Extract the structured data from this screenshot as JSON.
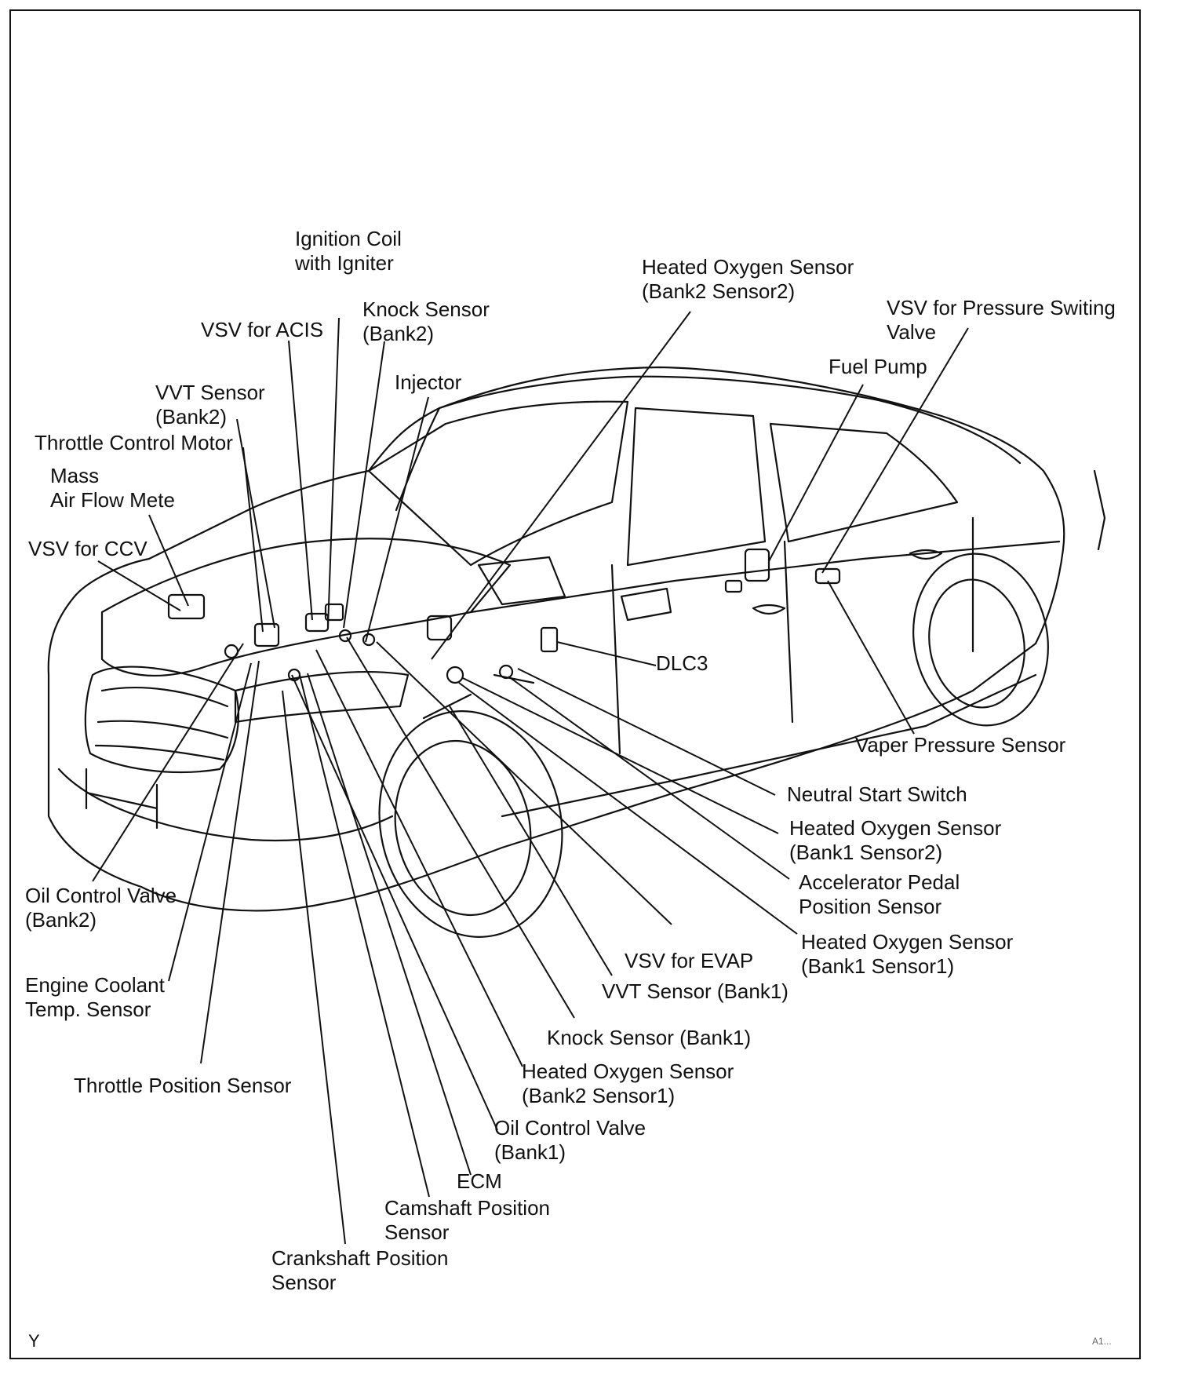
{
  "labels": {
    "ignition_coil": "Ignition Coil\nwith Igniter",
    "vsv_acis": "VSV for ACIS",
    "knock_bank2": "Knock Sensor\n(Bank2)",
    "ho2s_b2s2": "Heated Oxygen Sensor\n(Bank2 Sensor2)",
    "vsv_pressure": "VSV for Pressure Switing\nValve",
    "fuel_pump": "Fuel Pump",
    "injector": "Injector",
    "vvt_bank2": "VVT Sensor\n(Bank2)",
    "throttle_motor": "Throttle Control Motor",
    "maf": "Mass\nAir Flow Mete",
    "vsv_ccv": "VSV for CCV",
    "dlc3": "DLC3",
    "vapor_pressure": "Vaper Pressure Sensor",
    "neutral_start": "Neutral Start Switch",
    "ho2s_b1s2": "Heated Oxygen Sensor\n(Bank1 Sensor2)",
    "accel_pedal": "Accelerator Pedal\nPosition Sensor",
    "ho2s_b1s1": "Heated Oxygen Sensor\n(Bank1 Sensor1)",
    "vsv_evap": "VSV for EVAP",
    "vvt_bank1": "VVT Sensor (Bank1)",
    "knock_bank1": "Knock Sensor (Bank1)",
    "ho2s_b2s1": "Heated Oxygen Sensor\n(Bank2 Sensor1)",
    "ocv_bank1": "Oil Control Valve\n(Bank1)",
    "ecm": "ECM",
    "cmp": "Camshaft Position\nSensor",
    "ckp": "Crankshaft Position\nSensor",
    "tps": "Throttle Position Sensor",
    "ect": "Engine Coolant\nTemp. Sensor",
    "ocv_bank2": "Oil Control Valve\n(Bank2)"
  },
  "corner_mark": "Y",
  "figure_code": "A1..."
}
